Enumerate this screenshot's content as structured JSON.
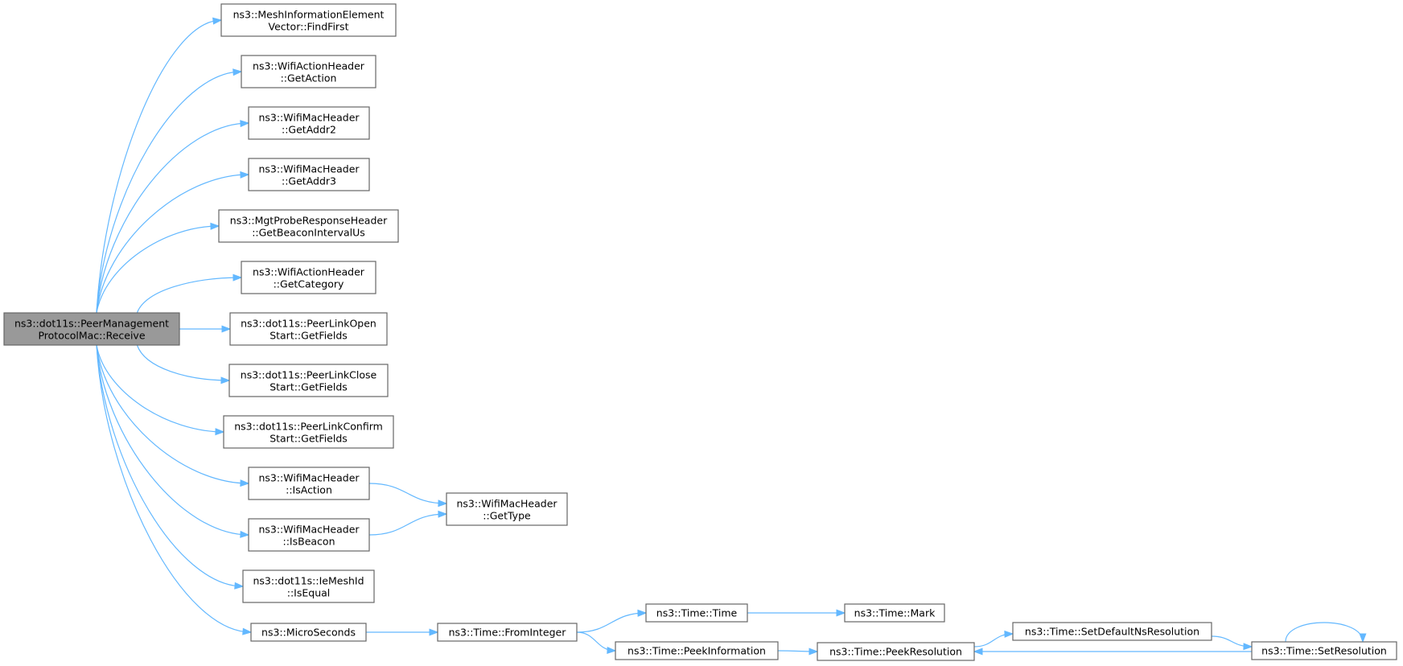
{
  "diagram": {
    "type": "call-graph",
    "edge_color": "#63b8ff",
    "root_fill": "#999999",
    "node_border": "#666666",
    "nodes": [
      {
        "id": "root",
        "lines": [
          "ns3::dot11s::PeerManagement",
          "ProtocolMac::Receive"
        ],
        "root": true
      },
      {
        "id": "n1",
        "lines": [
          "ns3::MeshInformationElement",
          "Vector::FindFirst"
        ]
      },
      {
        "id": "n2",
        "lines": [
          "ns3::WifiActionHeader",
          "::GetAction"
        ]
      },
      {
        "id": "n3",
        "lines": [
          "ns3::WifiMacHeader",
          "::GetAddr2"
        ]
      },
      {
        "id": "n4",
        "lines": [
          "ns3::WifiMacHeader",
          "::GetAddr3"
        ]
      },
      {
        "id": "n5",
        "lines": [
          "ns3::MgtProbeResponseHeader",
          "::GetBeaconIntervalUs"
        ]
      },
      {
        "id": "n6",
        "lines": [
          "ns3::WifiActionHeader",
          "::GetCategory"
        ]
      },
      {
        "id": "n7",
        "lines": [
          "ns3::dot11s::PeerLinkOpen",
          "Start::GetFields"
        ]
      },
      {
        "id": "n8",
        "lines": [
          "ns3::dot11s::PeerLinkClose",
          "Start::GetFields"
        ]
      },
      {
        "id": "n9",
        "lines": [
          "ns3::dot11s::PeerLinkConfirm",
          "Start::GetFields"
        ]
      },
      {
        "id": "n10",
        "lines": [
          "ns3::WifiMacHeader",
          "::IsAction"
        ]
      },
      {
        "id": "n11",
        "lines": [
          "ns3::WifiMacHeader",
          "::IsBeacon"
        ]
      },
      {
        "id": "n12",
        "lines": [
          "ns3::dot11s::IeMeshId",
          "::IsEqual"
        ]
      },
      {
        "id": "n13",
        "lines": [
          "ns3::MicroSeconds"
        ]
      },
      {
        "id": "n14",
        "lines": [
          "ns3::WifiMacHeader",
          "::GetType"
        ]
      },
      {
        "id": "n15",
        "lines": [
          "ns3::Time::FromInteger"
        ]
      },
      {
        "id": "n16",
        "lines": [
          "ns3::Time::Time"
        ]
      },
      {
        "id": "n17",
        "lines": [
          "ns3::Time::PeekInformation"
        ]
      },
      {
        "id": "n18",
        "lines": [
          "ns3::Time::Mark"
        ]
      },
      {
        "id": "n19",
        "lines": [
          "ns3::Time::PeekResolution"
        ]
      },
      {
        "id": "n20",
        "lines": [
          "ns3::Time::SetDefaultNsResolution"
        ]
      },
      {
        "id": "n21",
        "lines": [
          "ns3::Time::SetResolution"
        ]
      }
    ],
    "edges": [
      {
        "from": "root",
        "to": "n1"
      },
      {
        "from": "root",
        "to": "n2"
      },
      {
        "from": "root",
        "to": "n3"
      },
      {
        "from": "root",
        "to": "n4"
      },
      {
        "from": "root",
        "to": "n5"
      },
      {
        "from": "root",
        "to": "n6"
      },
      {
        "from": "root",
        "to": "n7"
      },
      {
        "from": "root",
        "to": "n8"
      },
      {
        "from": "root",
        "to": "n9"
      },
      {
        "from": "root",
        "to": "n10"
      },
      {
        "from": "root",
        "to": "n11"
      },
      {
        "from": "root",
        "to": "n12"
      },
      {
        "from": "root",
        "to": "n13"
      },
      {
        "from": "n10",
        "to": "n14"
      },
      {
        "from": "n11",
        "to": "n14"
      },
      {
        "from": "n13",
        "to": "n15"
      },
      {
        "from": "n15",
        "to": "n16"
      },
      {
        "from": "n15",
        "to": "n17"
      },
      {
        "from": "n16",
        "to": "n18"
      },
      {
        "from": "n17",
        "to": "n19"
      },
      {
        "from": "n19",
        "to": "n20"
      },
      {
        "from": "n20",
        "to": "n21"
      },
      {
        "from": "n21",
        "to": "n19"
      },
      {
        "from": "n21",
        "to": "n21"
      }
    ]
  }
}
